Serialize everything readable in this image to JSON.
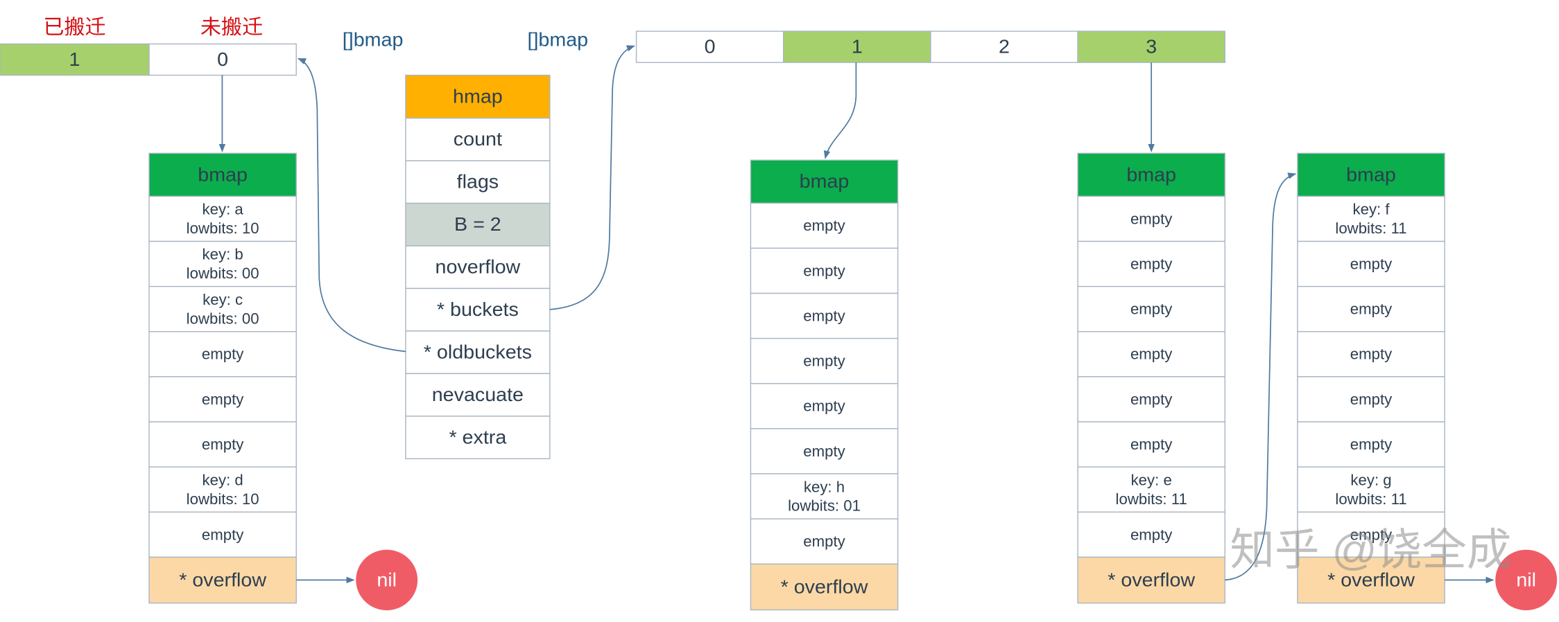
{
  "old_buckets": {
    "label": "[]bmap",
    "cells": [
      {
        "value": "1",
        "status": "已搬迁",
        "highlighted": true
      },
      {
        "value": "0",
        "status": "未搬迁",
        "highlighted": false
      }
    ]
  },
  "hmap": {
    "title": "hmap",
    "fields": [
      {
        "label": "count",
        "highlighted": false
      },
      {
        "label": "flags",
        "highlighted": false
      },
      {
        "label": "B = 2",
        "highlighted": true
      },
      {
        "label": "noverflow",
        "highlighted": false
      },
      {
        "label": "* buckets",
        "highlighted": false
      },
      {
        "label": "* oldbuckets",
        "highlighted": false
      },
      {
        "label": "nevacuate",
        "highlighted": false
      },
      {
        "label": "* extra",
        "highlighted": false
      }
    ]
  },
  "new_buckets": {
    "label": "[]bmap",
    "cells": [
      {
        "value": "0",
        "highlighted": false
      },
      {
        "value": "1",
        "highlighted": true
      },
      {
        "value": "2",
        "highlighted": false
      },
      {
        "value": "3",
        "highlighted": true
      }
    ]
  },
  "bmaps": [
    {
      "title": "bmap",
      "slots": [
        [
          "key: a",
          "lowbits: 10"
        ],
        [
          "key: b",
          "lowbits: 00"
        ],
        [
          "key: c",
          "lowbits: 00"
        ],
        [
          "empty"
        ],
        [
          "empty"
        ],
        [
          "empty"
        ],
        [
          "key: d",
          "lowbits: 10"
        ],
        [
          "empty"
        ]
      ],
      "overflow": "* overflow"
    },
    {
      "title": "bmap",
      "slots": [
        [
          "empty"
        ],
        [
          "empty"
        ],
        [
          "empty"
        ],
        [
          "empty"
        ],
        [
          "empty"
        ],
        [
          "empty"
        ],
        [
          "key: h",
          "lowbits: 01"
        ],
        [
          "empty"
        ]
      ],
      "overflow": "* overflow"
    },
    {
      "title": "bmap",
      "slots": [
        [
          "empty"
        ],
        [
          "empty"
        ],
        [
          "empty"
        ],
        [
          "empty"
        ],
        [
          "empty"
        ],
        [
          "empty"
        ],
        [
          "key: e",
          "lowbits: 11"
        ],
        [
          "empty"
        ]
      ],
      "overflow": "* overflow"
    },
    {
      "title": "bmap",
      "slots": [
        [
          "key: f",
          "lowbits: 11"
        ],
        [
          "empty"
        ],
        [
          "empty"
        ],
        [
          "empty"
        ],
        [
          "empty"
        ],
        [
          "empty"
        ],
        [
          "key: g",
          "lowbits: 11"
        ],
        [
          "empty"
        ]
      ],
      "overflow": "* overflow"
    }
  ],
  "nil_nodes": [
    "nil",
    "nil"
  ],
  "watermark": "知乎 @饶全成",
  "colors": {
    "text": "#2d3e4f",
    "bmap_header": "#0bad4c",
    "evacuated": "#a6d06b",
    "hmap_header": "#ffb000",
    "hmap_highlight": "#cdd7d1",
    "overflow": "#fcd8a6",
    "nil": "#f05c66",
    "status_label": "#d50f12",
    "array_label": "#215b87",
    "arrow": "#4f7aa1",
    "border": "#aab6c3"
  }
}
